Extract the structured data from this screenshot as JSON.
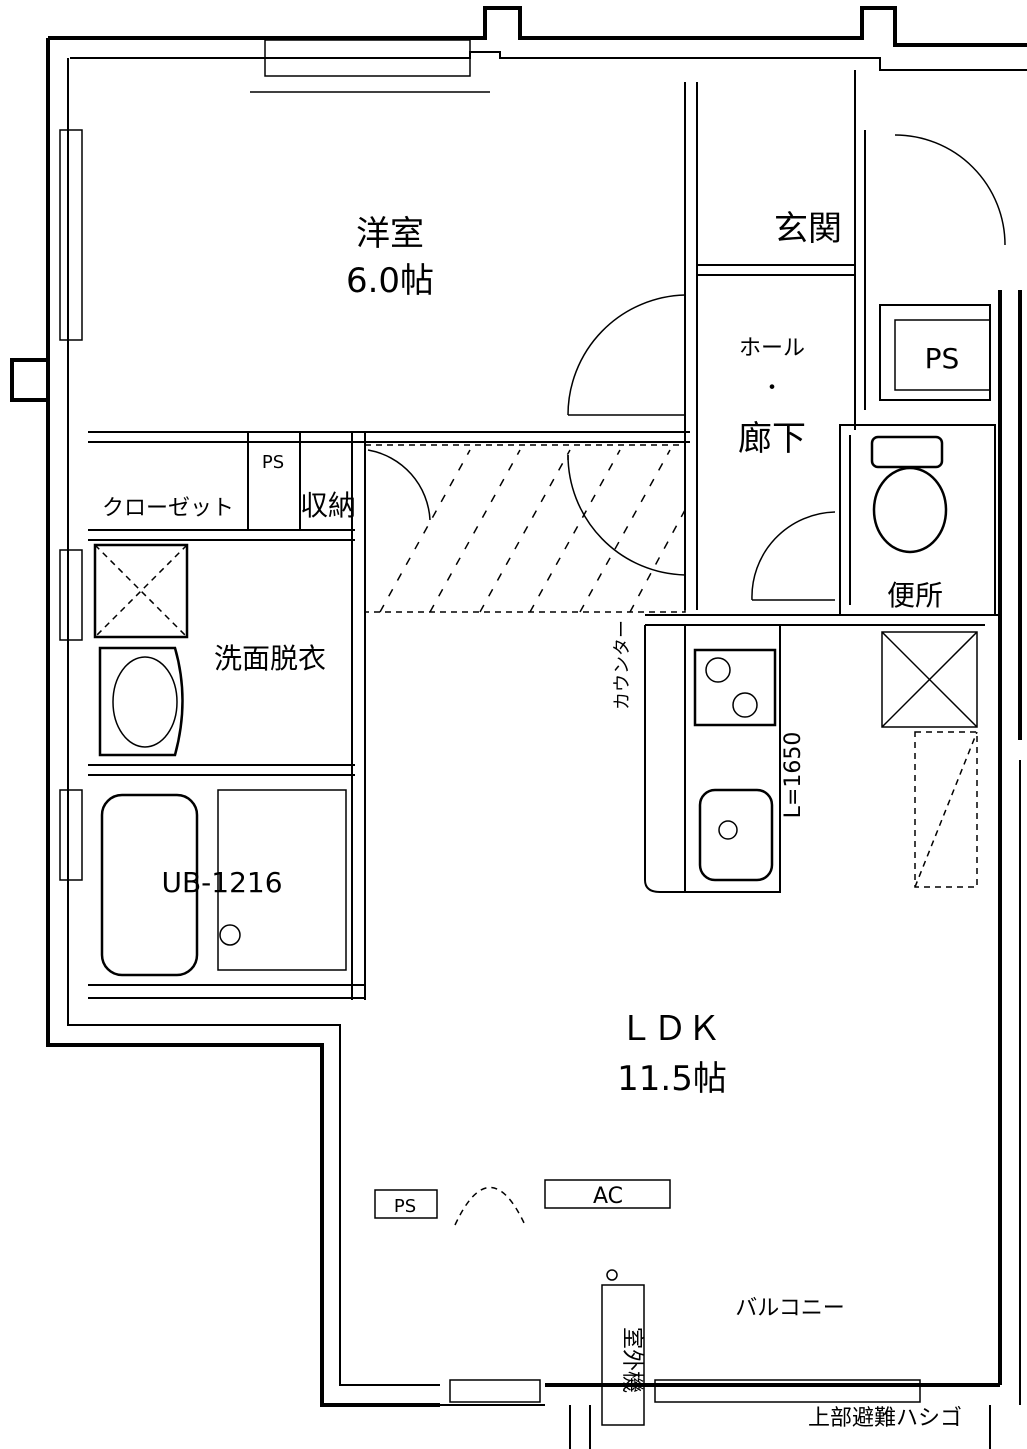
{
  "rooms": {
    "western_room": {
      "name": "洋室",
      "size": "6.0帖"
    },
    "entrance": "玄関",
    "hall": {
      "line1": "ホール",
      "line2": "・",
      "line3": "廊下"
    },
    "ps_top": "PS",
    "closet": "クローゼット",
    "ps_small": "PS",
    "storage": "収納",
    "toilet": "便所",
    "washroom": "洗面脱衣",
    "counter": "カウンター",
    "kitchen_length": "L=1650",
    "bath": "UB-1216",
    "ldk": {
      "name": "ＬＤＫ",
      "size": "11.5帖"
    },
    "ps_bottom": "PS",
    "ac": "AC",
    "outdoor_unit": "室外機",
    "balcony": "バルコニー",
    "escape_ladder": "上部避難ハシゴ"
  }
}
